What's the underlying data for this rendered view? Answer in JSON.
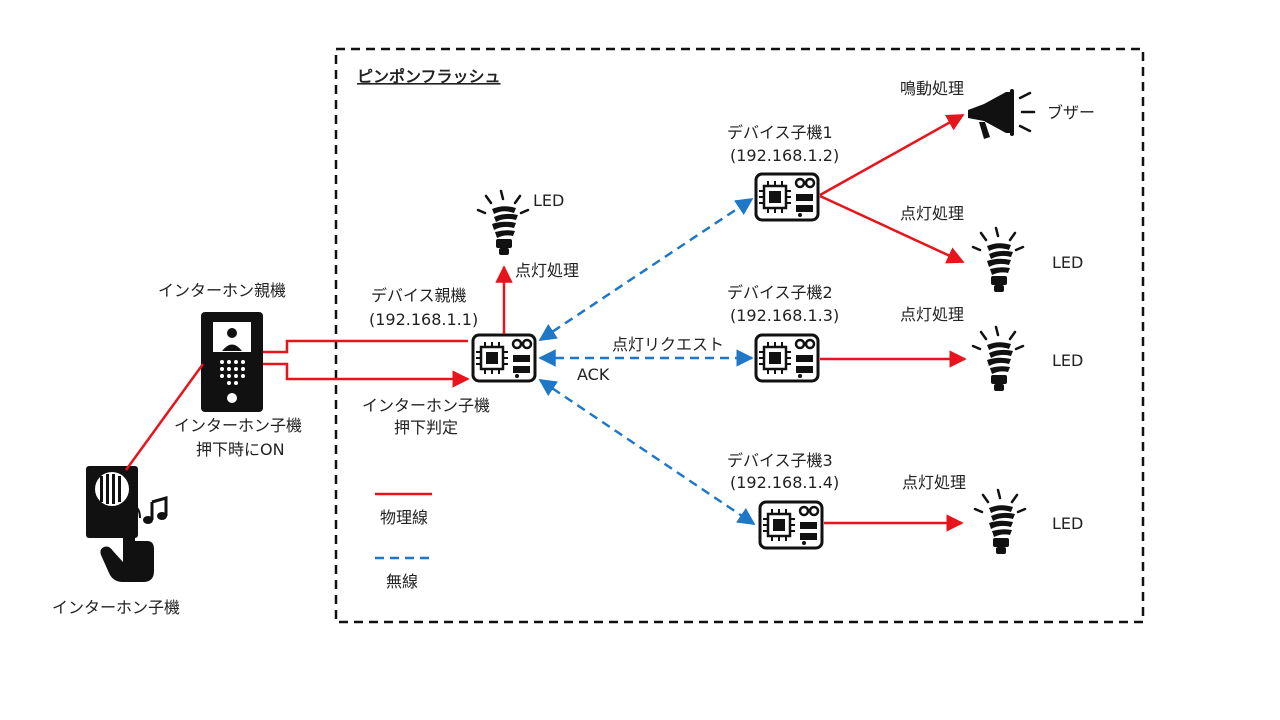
{
  "diagram": {
    "title": "ピンポンフラッシュ",
    "intercom_master": {
      "label": "インターホン親機"
    },
    "intercom_slave": {
      "label": "インターホン子機"
    },
    "master_note": {
      "line1": "インターホン子機",
      "line2": "押下時にON"
    },
    "device_master": {
      "name": "デバイス親機",
      "ip": "(192.168.1.1)",
      "note_line1": "インターホン子機",
      "note_line2": "押下判定"
    },
    "master_led": {
      "label": "LED",
      "action": "点灯処理"
    },
    "slave1": {
      "name": "デバイス子機1",
      "ip": "(192.168.1.2)"
    },
    "slave2": {
      "name": "デバイス子機2",
      "ip": "(192.168.1.3)"
    },
    "slave3": {
      "name": "デバイス子機3",
      "ip": "(192.168.1.4)"
    },
    "buzzer": {
      "action": "鳴動処理",
      "label": "ブザー"
    },
    "led1": {
      "action": "点灯処理",
      "label": "LED"
    },
    "led2": {
      "action": "点灯処理",
      "label": "LED"
    },
    "led3": {
      "action": "点灯処理",
      "label": "LED"
    },
    "request_label": "点灯リクエスト",
    "ack_label": "ACK",
    "legend": {
      "physical": "物理線",
      "wireless": "無線"
    },
    "colors": {
      "physical": "#e8141b",
      "wireless": "#1f77c8",
      "icon": "#111111"
    },
    "icons": [
      "intercom-master-icon",
      "intercom-slave-icon",
      "finger-press-icon",
      "music-note-icon",
      "microcontroller-board-icon",
      "lightbulb-icon",
      "megaphone-icon"
    ]
  }
}
